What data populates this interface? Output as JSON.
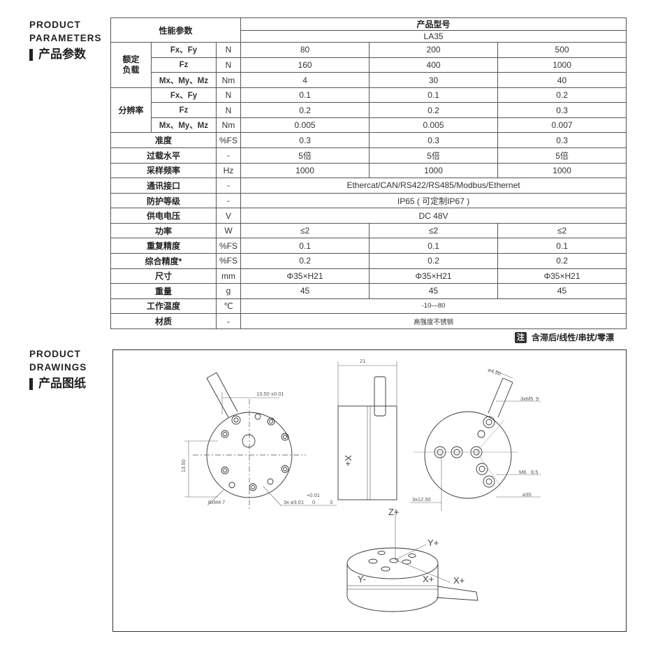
{
  "sections": {
    "params": {
      "en_line1": "PRODUCT",
      "en_line2": "PARAMETERS",
      "cn": "产品参数"
    },
    "drawings": {
      "en_line1": "PRODUCT",
      "en_line2": "DRAWINGS",
      "cn": "产品图纸"
    }
  },
  "table": {
    "perf_header": "性能参数",
    "model_header": "产品型号",
    "model_name": "LA35",
    "rated_load": "额定负载",
    "resolution": "分辨率",
    "sub": {
      "fxfy": "Fx、Fy",
      "fz": "Fz",
      "mxmymz": "Mx、My、Mz"
    },
    "rated_rows": [
      {
        "unit": "N",
        "v": [
          "80",
          "200",
          "500"
        ]
      },
      {
        "unit": "N",
        "v": [
          "160",
          "400",
          "1000"
        ]
      },
      {
        "unit": "Nm",
        "v": [
          "4",
          "30",
          "40"
        ]
      }
    ],
    "res_rows": [
      {
        "unit": "N",
        "v": [
          "0.1",
          "0.1",
          "0.2"
        ]
      },
      {
        "unit": "N",
        "v": [
          "0.2",
          "0.2",
          "0.3"
        ]
      },
      {
        "unit": "Nm",
        "v": [
          "0.005",
          "0.005",
          "0.007"
        ]
      }
    ],
    "rows": [
      {
        "label": "准度",
        "unit": "%FS",
        "v": [
          "0.3",
          "0.3",
          "0.3"
        ]
      },
      {
        "label": "过载水平",
        "unit": "-",
        "v": [
          "5倍",
          "5倍",
          "5倍"
        ]
      },
      {
        "label": "采样频率",
        "unit": "Hz",
        "v": [
          "1000",
          "1000",
          "1000"
        ]
      },
      {
        "label": "通讯接口",
        "unit": "-",
        "span": "Ethercat/CAN/RS422/RS485/Modbus/Ethernet"
      },
      {
        "label": "防护等级",
        "unit": "-",
        "span": "IP65 ( 可定制IP67 )"
      },
      {
        "label": "供电电压",
        "unit": "V",
        "span": "DC 48V"
      },
      {
        "label": "功率",
        "unit": "W",
        "v": [
          "≤2",
          "≤2",
          "≤2"
        ]
      },
      {
        "label": "重复精度",
        "unit": "%FS",
        "v": [
          "0.1",
          "0.1",
          "0.1"
        ]
      },
      {
        "label": "综合精度*",
        "unit": "%FS",
        "v": [
          "0.2",
          "0.2",
          "0.2"
        ]
      },
      {
        "label": "尺寸",
        "unit": "mm",
        "v": [
          "Φ35×H21",
          "Φ35×H21",
          "Φ35×H21"
        ]
      },
      {
        "label": "重量",
        "unit": "g",
        "v": [
          "45",
          "45",
          "45"
        ]
      },
      {
        "label": "工作温度",
        "unit": "℃",
        "span": "-10—80"
      },
      {
        "label": "材质",
        "unit": "-",
        "span": "高强度不锈钢"
      }
    ]
  },
  "note": {
    "badge": "注",
    "text": "含滞后/线性/串扰/零漂"
  },
  "drawing": {
    "dims": {
      "d1": "13.50 ±0.01",
      "d2": "13.50",
      "d3": "6xM4",
      "d3b": "7",
      "d4": "3x ⌀3.01",
      "d4tol": "+0.01",
      "d4tol2": "0",
      "d4b": "3",
      "side_w": "21",
      "axis_side": "X+",
      "r1": "⌀4.50",
      "r2": "3xM5",
      "r2b": "9",
      "r3": "M6",
      "r3b": "8.5",
      "r4": "3x12.50",
      "r5": "⌀35"
    },
    "axes": {
      "z": "Z+",
      "y": "Y+",
      "x": "X+",
      "yneg": "Y-",
      "xpos2": "X+"
    }
  }
}
